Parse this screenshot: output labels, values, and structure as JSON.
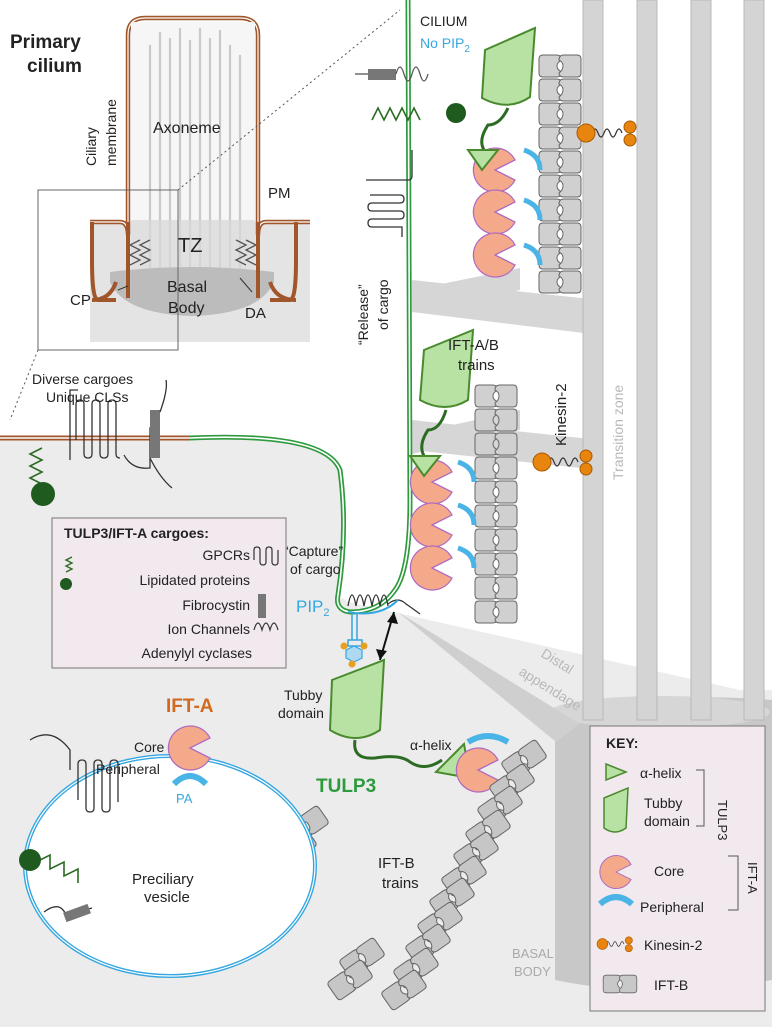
{
  "inset": {
    "title_line1": "Primary",
    "title_line2": "cilium",
    "ciliary_line1": "Ciliary",
    "ciliary_line2": "membrane",
    "axoneme": "Axoneme",
    "pm": "PM",
    "tz": "TZ",
    "basal_line1": "Basal",
    "basal_line2": "Body",
    "cp": "CP",
    "da": "DA"
  },
  "labels": {
    "cilium": "CILIUM",
    "no_pip2": "No PIP",
    "no_pip2_sub": "2",
    "release_line1": "“Release”",
    "release_line2": "of cargo",
    "iftab_line1": "IFT-A/B",
    "iftab_line2": "trains",
    "kinesin2": "Kinesin-2",
    "transition_zone": "Transition zone",
    "diverse_cargoes": "Diverse cargoes",
    "unique_clss": "Unique CLSs",
    "capture_line1": "“Capture”",
    "capture_line2": "of cargo",
    "pip2": "PIP",
    "pip2_sub": "2",
    "distal_line1": "Distal",
    "distal_line2": "appendage",
    "tubby_line1": "Tubby",
    "tubby_line2": "domain",
    "ifta": "IFT-A",
    "core": "Core",
    "peripheral": "Peripheral",
    "pa": "PA",
    "tulp3": "TULP3",
    "alpha_helix": "α-helix",
    "preciliary_line1": "Preciliary",
    "preciliary_line2": "vesicle",
    "iftb_line1": "IFT-B",
    "iftb_line2": "trains",
    "basal_line1": "BASAL",
    "basal_line2": "BODY"
  },
  "cargo_box": {
    "title": "TULP3/IFT-A cargoes:",
    "items": [
      "GPCRs",
      "Lipidated proteins",
      "Fibrocystin",
      "Ion Channels",
      "Adenylyl cyclases"
    ]
  },
  "key": {
    "title": "KEY:",
    "alpha_helix": "α-helix",
    "tubby_line1": "Tubby",
    "tubby_line2": "domain",
    "tulp3": "TULP3",
    "core": "Core",
    "peripheral": "Peripheral",
    "ifta": "IFT-A",
    "kinesin2": "Kinesin-2",
    "iftb": "IFT-B"
  },
  "colors": {
    "tulp3_green": "#2e9a3e",
    "tubby_fill": "#b8e2a3",
    "tubby_stroke": "#4a8a2e",
    "core_fill": "#f4a98a",
    "peripheral_blue": "#4ab4e6",
    "ifta_orange": "#d2691e",
    "kinesin_orange": "#e8850f",
    "iftb_gray": "#c8c8c8",
    "membrane_brown": "#a0552a",
    "pip_blue": "#35a7e0"
  }
}
